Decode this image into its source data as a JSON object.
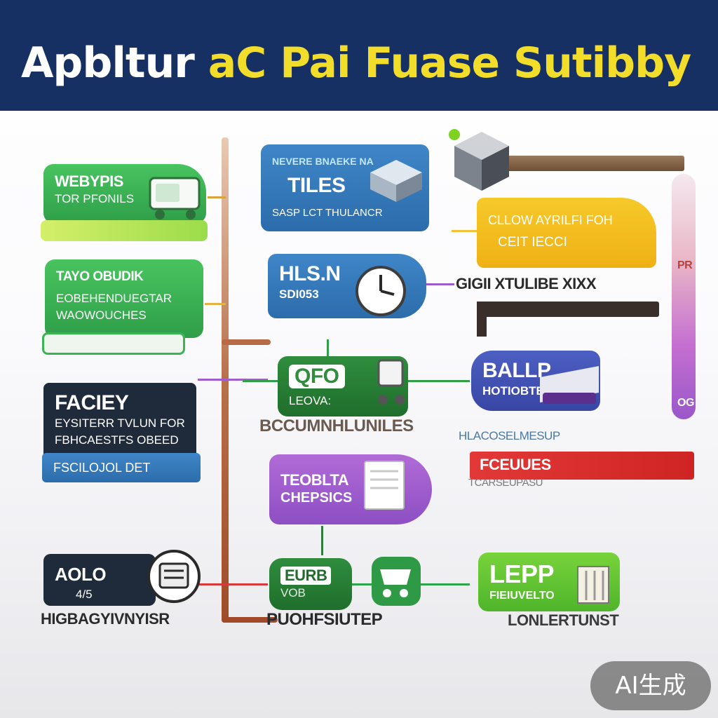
{
  "header": {
    "title_part1": "Apbltur",
    "title_part2": "aC Pai",
    "title_part3": "Fuase Sutibby"
  },
  "cards": {
    "webypis": {
      "line1": "WEBYPIS",
      "line2": "TOR PFONILS"
    },
    "tayo": {
      "line1": "TAYO OBUDIK",
      "line2": "EOBEHENDUEGTAR",
      "line3": "WAOWOUCHES"
    },
    "faciey": {
      "line1": "FACIEY",
      "line2": "EYSITERR TVLUN FOR",
      "line3": "FBHCAESTFS OBEED",
      "strip": "FSCILOJOL DET"
    },
    "aolo": {
      "line1": "AOLO",
      "line2": "4/5",
      "below": "HIGBAGYIVNYISR"
    },
    "tiles": {
      "top": "NEVERE BNAEKE NA",
      "line1": "TILES",
      "bottom": "SASP LCT THULANCR"
    },
    "hlsn": {
      "line1": "HLS.N",
      "line2": "SDI053"
    },
    "qfo": {
      "line1": "QFO",
      "line2": "LEOVA:",
      "below": "BCCUMNHLUNILES"
    },
    "purple": {
      "line1": "TEOBLTA",
      "line2": "CHEPSICS"
    },
    "pushu": {
      "line1": "EURB",
      "line2": "VOB",
      "below": "PUOHFSIUTEP"
    },
    "cllow": {
      "line1": "CLLOW AYRILFI FOH",
      "line2": "CEIT IECCI"
    },
    "gigi": {
      "text": "GIGII XTULIBE XIXX"
    },
    "ballp": {
      "line1": "BALLP",
      "line2": "HOTIOBTEC"
    },
    "ballp_below": {
      "text": "HLACOSELMESUP"
    },
    "fceuues": {
      "line1": "FCEUUES",
      "below": "TCARSEUPASU"
    },
    "lepp": {
      "line1": "LEPP",
      "line2": "FIEIUVELTO",
      "below": "LONLERTUNST"
    },
    "side": {
      "top": "PR",
      "bottom": "OG"
    }
  },
  "badge": {
    "text": "AI生成"
  },
  "icons": [
    "truck-icon",
    "clock-icon",
    "tablet-icon",
    "cart-icon",
    "document-icon",
    "factory-icon",
    "chair-icon",
    "cube-icon",
    "server-icon"
  ],
  "colors": {
    "header": "#173063",
    "title_white": "#ffffff",
    "title_yellow": "#f2dd2a",
    "green": "#3cb454",
    "blue": "#3679bb",
    "yellow": "#f3bd20",
    "purple": "#9c5ccd",
    "red": "#d92b2b",
    "navy": "#1f2a3a",
    "brown": "#a55a34",
    "indigo": "#4252b4"
  }
}
